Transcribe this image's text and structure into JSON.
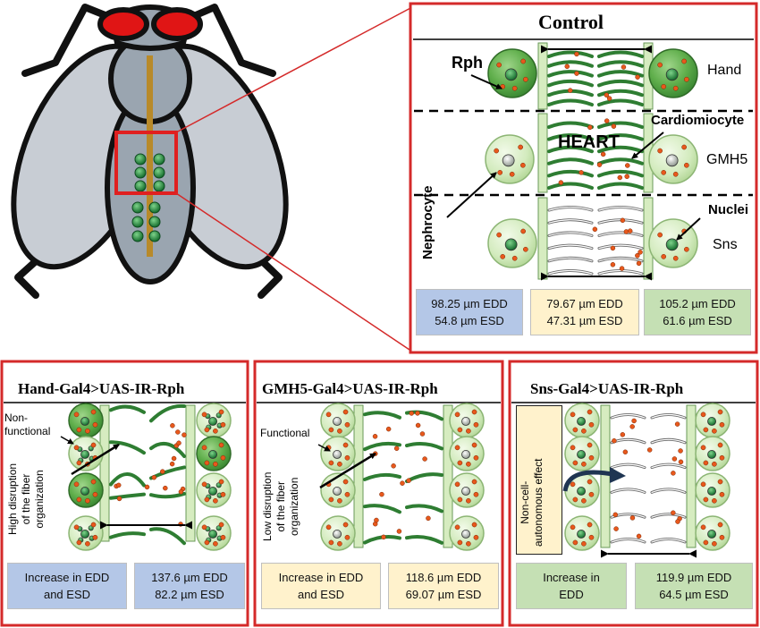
{
  "control": {
    "title": "Control",
    "rph_label": "Rph",
    "hand_label": "Hand",
    "gmh5_label": "GMH5",
    "sns_label": "Sns",
    "heart_label": "HEART",
    "cardiomyocyte_label": "Cardiomiocyte",
    "nuclei_label": "Nuclei",
    "nephrocyte_label": "Nephrocyte",
    "boxes": [
      {
        "line1": "98.25 µm EDD",
        "line2": "54.8 µm ESD",
        "color": "#b4c7e7"
      },
      {
        "line1": "79.67 µm EDD",
        "line2": "47.31 µm ESD",
        "color": "#fff2cc"
      },
      {
        "line1": "105.2 µm EDD",
        "line2": "61.6 µm ESD",
        "color": "#c5e0b4"
      }
    ]
  },
  "panels": [
    {
      "title": "Hand-Gal4>UAS-IR-Rph",
      "note1": "Non-",
      "note2": "functional",
      "side_line1": "High disruption",
      "side_line2": "of the fiber",
      "side_line3": "organization",
      "box_left_line1": "Increase in EDD",
      "box_left_line2": "and ESD",
      "box_right_line1": "137.6 µm EDD",
      "box_right_line2": "82.2 µm ESD",
      "color": "#b4c7e7"
    },
    {
      "title": "GMH5-Gal4>UAS-IR-Rph",
      "note1": "Functional",
      "side_line1": "Low disruption",
      "side_line2": "of the fiber",
      "side_line3": "organization",
      "box_left_line1": "Increase in EDD",
      "box_left_line2": "and ESD",
      "box_right_line1": "118.6 µm EDD",
      "box_right_line2": "69.07 µm ESD",
      "color": "#fff2cc"
    },
    {
      "title": "Sns-Gal4>UAS-IR-Rph",
      "effect_line1": "Non-cell-",
      "effect_line2": "autonomous effect",
      "box_left_line1": "Increase in",
      "box_left_line2": "EDD",
      "box_right_line1": "119.9 µm EDD",
      "box_right_line2": "64.5 µm ESD",
      "color": "#c5e0b4"
    }
  ],
  "colors": {
    "frame_red": "#d42a2a",
    "dark_green": "#2e8b3a",
    "light_green": "#d6ecc0",
    "orange_dot": "#e8581c",
    "fly_wing": "#c8cdd4",
    "fly_eye": "#e01515"
  }
}
